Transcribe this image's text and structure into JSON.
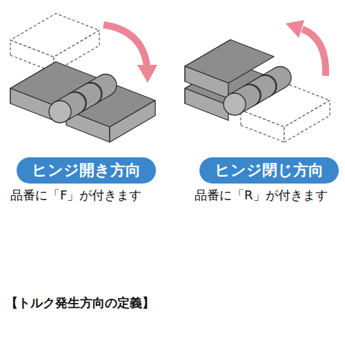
{
  "diagram": {
    "title": "【トルク発生方向の定義】",
    "nodes": [
      {
        "text": [
          "ヒンジ開き方向"
        ]
      },
      {
        "text": [
          "ヒンジ閉じ方向"
        ]
      }
    ],
    "labels": [
      "品番に「F」が付きます",
      "品番に「R」が付きます"
    ]
  }
}
